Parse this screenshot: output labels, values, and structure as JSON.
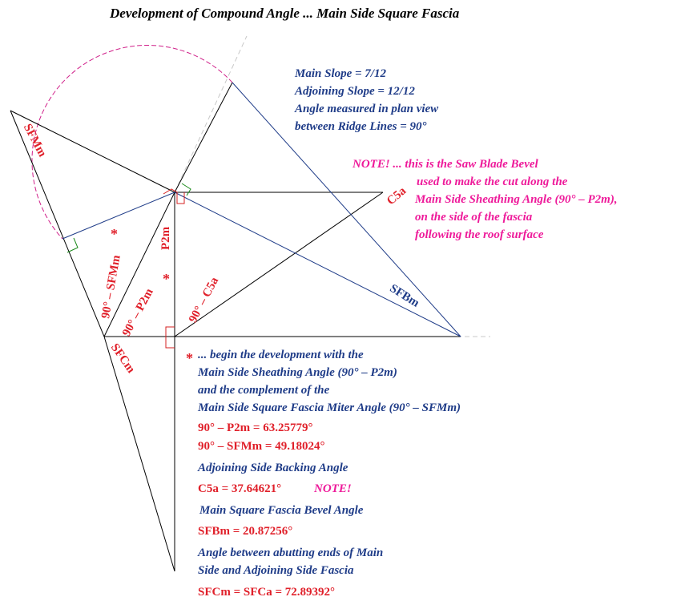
{
  "title": "Development of Compound Angle ... Main Side Square Fascia",
  "info": {
    "main_slope": "Main Slope = 7/12",
    "adjoining_slope": "Adjoining Slope = 12/12",
    "angle_line1": "Angle measured in plan view",
    "angle_line2": "between Ridge Lines = 90°"
  },
  "note": {
    "line1": "NOTE! ... this is the Saw Blade Bevel",
    "line2": "used to make the cut along the",
    "line3": "Main Side Sheathing Angle (90° – P2m),",
    "line4": "on the side of the fascia",
    "line5": "following the roof surface"
  },
  "diagram_labels": {
    "sfmm": "SFMm",
    "p2m": "P2m",
    "c5a": "C5a",
    "sfbm": "SFBm",
    "sfcm": "SFCm",
    "ninety_sfmm": "90° – SFMm",
    "ninety_p2m": "90° – P2m",
    "ninety_c5a": "90° – C5a",
    "star": "*"
  },
  "development": {
    "star": "*",
    "line1": "... begin the development with the",
    "line2": "Main Side Sheathing Angle (90° – P2m)",
    "line3": "and the complement of the",
    "line4": "Main Side Square Fascia Miter Angle (90° – SFMm)"
  },
  "results": {
    "p2m_value": "90° – P2m = 63.25779°",
    "sfmm_value": "90° – SFMm = 49.18024°",
    "backing_heading": "Adjoining Side Backing Angle",
    "c5a_value": "C5a = 37.64621°",
    "c5a_note": "NOTE!",
    "bevel_heading": "Main Square Fascia Bevel Angle",
    "sfbm_value": "SFBm = 20.87256°",
    "abutting_line1": "Angle between abutting ends of Main",
    "abutting_line2": "Side and Adjoining Side Fascia",
    "sfcm_value": "SFCm = SFCa = 72.89392°"
  },
  "colors": {
    "line_black": "#000000",
    "line_blue": "#1f3c88",
    "dashed_grey": "#c8c8c8",
    "arc_magenta": "#d0208a",
    "right_angle_green": "#1a8a1a",
    "right_angle_red": "#d42020",
    "star_red": "#e0202a"
  }
}
